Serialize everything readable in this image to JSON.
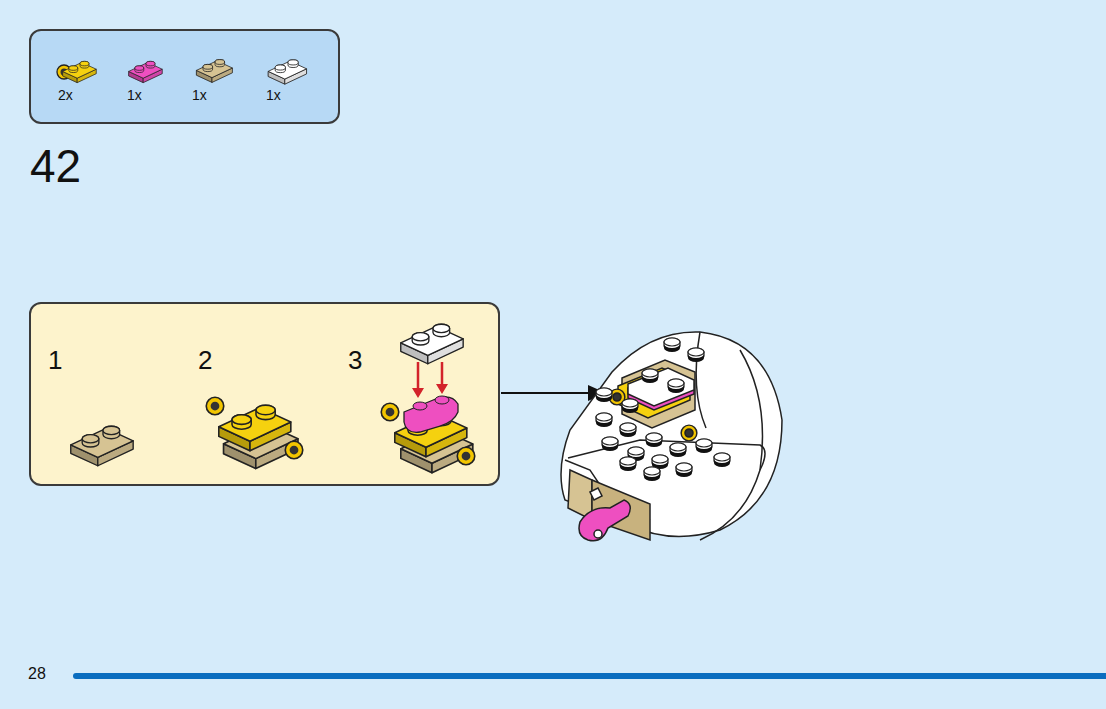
{
  "diagram": {
    "nodes": [
      {
        "text": [
          "2x",
          "1x",
          "1x",
          "1x"
        ]
      },
      {
        "text": [
          "1",
          "2",
          "3"
        ]
      }
    ],
    "labels": [
      "42",
      "28"
    ]
  }
}
